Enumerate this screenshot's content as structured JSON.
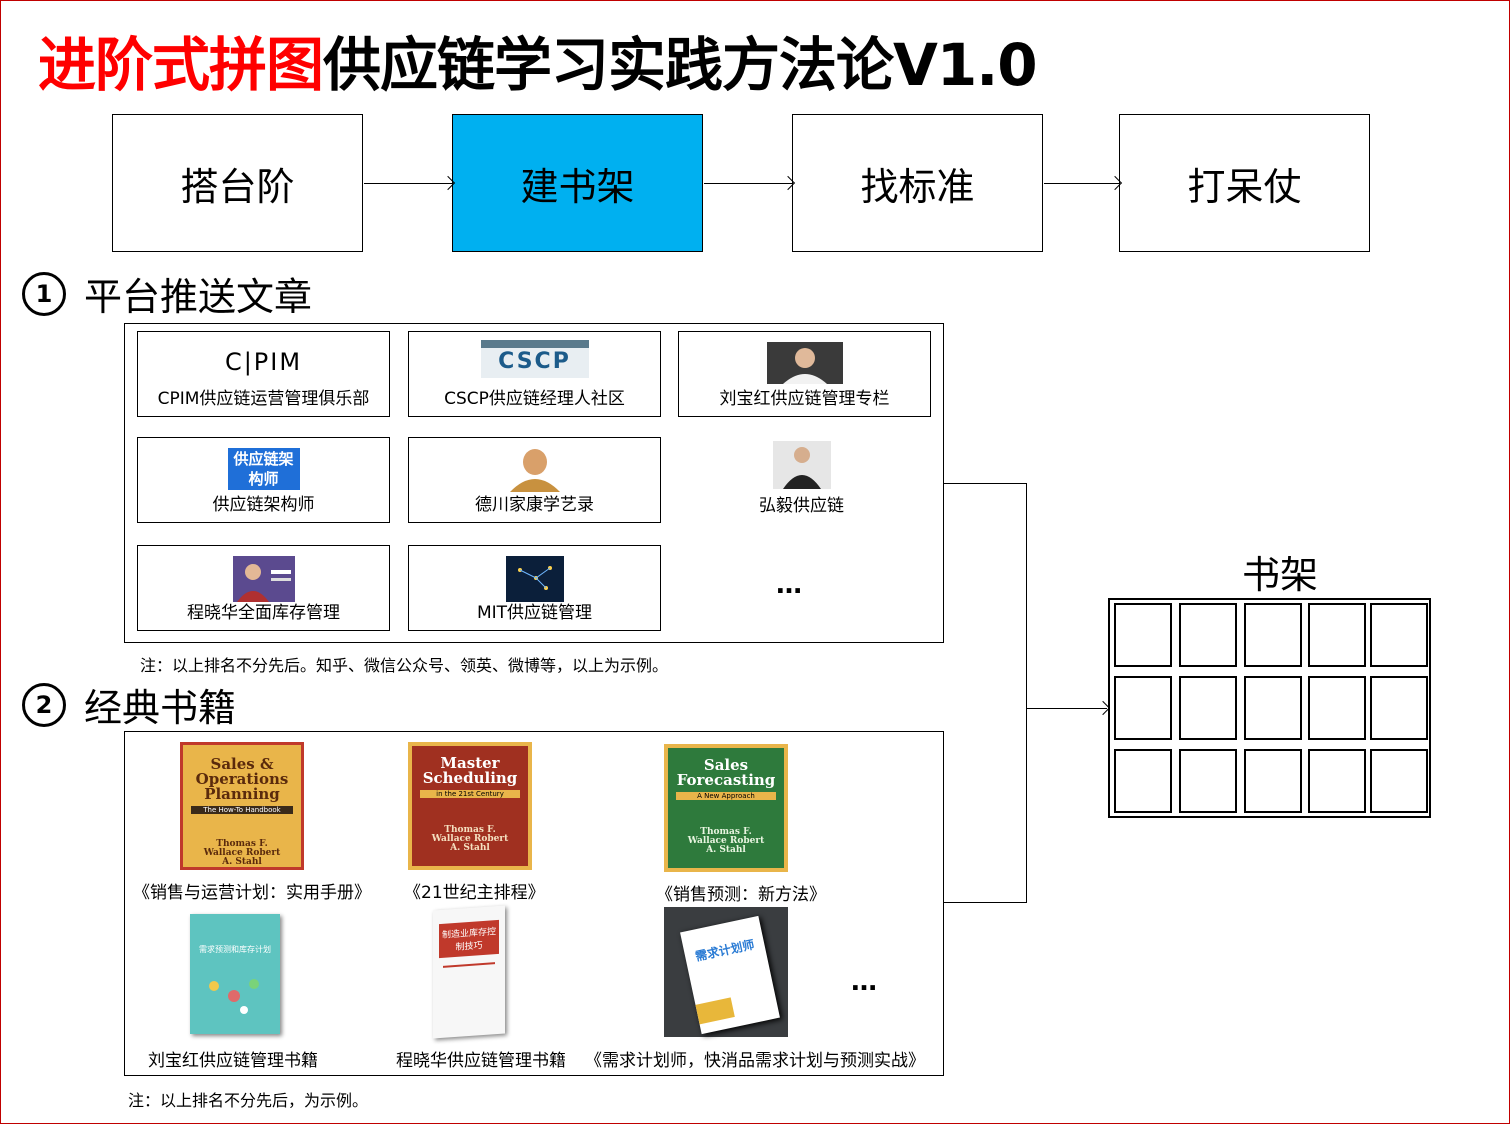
{
  "title": {
    "red": "进阶式拼图",
    "black": "供应链学习实践方法论V1.0"
  },
  "steps": [
    {
      "label": "搭台阶"
    },
    {
      "label": "建书架"
    },
    {
      "label": "找标准"
    },
    {
      "label": "打呆仗"
    }
  ],
  "section1": {
    "num": "1",
    "title": "平台推送文章"
  },
  "section2": {
    "num": "2",
    "title": "经典书籍"
  },
  "platforms": [
    {
      "label": "CPIM供应链运营管理俱乐部",
      "logo_text": "C|PIM"
    },
    {
      "label": "CSCP供应链经理人社区",
      "logo_text": "CSCP"
    },
    {
      "label": "刘宝红供应链管理专栏"
    },
    {
      "label": "供应链架构师",
      "logo_text": "供应链架构师"
    },
    {
      "label": "德川家康学艺录"
    },
    {
      "label": "弘毅供应链"
    },
    {
      "label": "程晓华全面库存管理"
    },
    {
      "label": "MIT供应链管理"
    }
  ],
  "platforms_more": "…",
  "note1": "注：以上排名不分先后。知乎、微信公众号、领英、微博等，以上为示例。",
  "books": [
    {
      "label": "《销售与运营计划：实用手册》",
      "cover_title": "Sales & Operations Planning",
      "cover_sub": "The How-To Handbook",
      "cover_authors": "Thomas F. Wallace Robert A. Stahl"
    },
    {
      "label": "《21世纪主排程》",
      "cover_title": "Master Scheduling",
      "cover_sub": "in the 21st Century",
      "cover_authors": "Thomas F. Wallace Robert A. Stahl"
    },
    {
      "label": "《销售预测：新方法》",
      "cover_title": "Sales Forecasting",
      "cover_sub": "A New Approach",
      "cover_authors": "Thomas F. Wallace Robert A. Stahl"
    },
    {
      "label": "刘宝红供应链管理书籍",
      "cover_title": "需求预测和库存计划"
    },
    {
      "label": "程晓华供应链管理书籍",
      "cover_title": "制造业库存控制技巧"
    },
    {
      "label": "《需求计划师，快消品需求计划与预测实战》",
      "cover_title": "需求计划师"
    }
  ],
  "books_more": "…",
  "note2": "注：以上排名不分先后，为示例。",
  "shelf": {
    "title": "书架",
    "rows": 3,
    "cols": 5
  },
  "colors": {
    "accent": "#00b0f0",
    "title_red": "#ff0000",
    "frame": "#c00000"
  }
}
